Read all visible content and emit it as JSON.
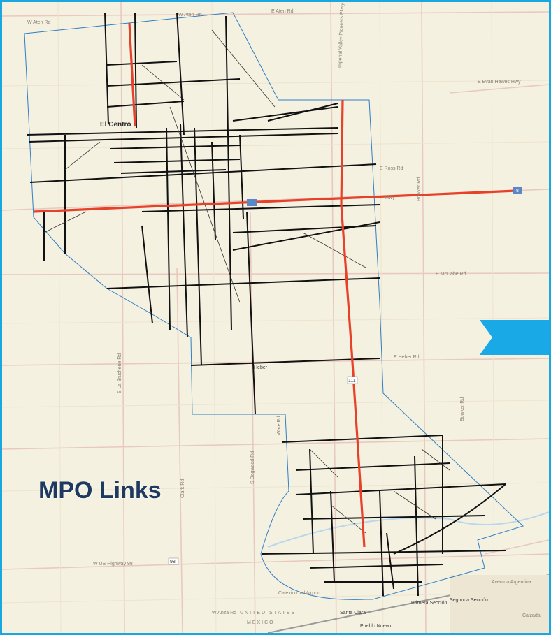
{
  "title": "MPO Links",
  "colors": {
    "frame": "#1aa7e0",
    "mpo_link": "#e8412a",
    "link": "#111111",
    "boundary": "#2f7fc4",
    "arrow": "#19a9e6"
  },
  "road_labels": {
    "w_aten_rd_1": "W Aten Rd",
    "w_aten_rd_2": "W Aten Rd",
    "e_aten_rd": "E Aten Rd",
    "e_evan_hewes_hwy": "E Evan Hewes Hwy",
    "el_centro": "El Centro",
    "e_ross_rd": "E Ross Rd",
    "hwy_partial": "Hwy",
    "e_mccabe_rd": "E McCabe Rd",
    "e_heber_rd": "E Heber Rd",
    "heber": "Heber",
    "bowker_rd_1": "Bowker Rd",
    "bowker_rd_2": "Bowker Rd",
    "la_brucherie_rd": "S La Brucherie Rd",
    "dogwood_rd": "S Dogwood Rd",
    "clark_rd": "Clark Rd",
    "ware_rd": "Ware Rd",
    "w_us_highway_98": "W US Highway 98",
    "hwy_98_shield": "98",
    "hwy_111_shield": "111",
    "calexico_airport": "Calexico Intl Airport",
    "united_states": "UNITED STATES",
    "mexico": "MEXICO",
    "santa_clara": "Santa Clara",
    "primera_seccion": "Primera Sección",
    "segunda_seccion": "Segunda Sección",
    "pueblo_nuevo": "Pueblo Nuevo",
    "avenida_argentina": "Avenida Argentina",
    "calzada": "Calzada",
    "w_anza_rd": "W Anza Rd",
    "imperial_valley_pkwy": "Imperial Valley Pioneers Pkwy",
    "interstate_8": "8"
  }
}
